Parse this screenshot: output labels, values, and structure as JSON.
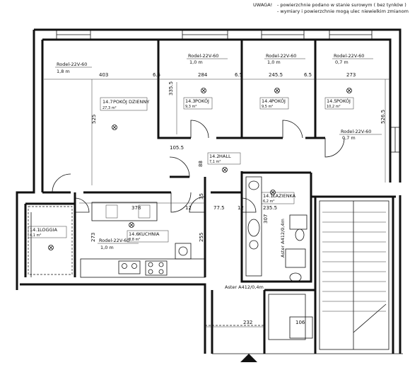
{
  "notes": {
    "heading": "UWAGA!",
    "line1": "- powierzchnie podano w stanie surowym ( bez tynków )",
    "line2": "- wymiary i powierzchnie mogą ulec niewielkim zmianom"
  },
  "rooms": {
    "living": {
      "number": "14.7",
      "name": "POKÓJ DZIENNY",
      "area": "27,3 m²"
    },
    "room3": {
      "number": "14.3",
      "name": "POKÓJ",
      "area": "9,3 m²"
    },
    "room4": {
      "number": "14.4",
      "name": "POKÓJ",
      "area": "9,5 m²"
    },
    "room5": {
      "number": "14.5",
      "name": "POKÓJ",
      "area": "10,2 m²"
    },
    "hall": {
      "number": "14.2",
      "name": "HALL",
      "area": "7,1 m²"
    },
    "bath": {
      "number": "14.1",
      "name": "ŁAZIENKA",
      "area": "6,2 m²"
    },
    "kitchen": {
      "number": "14.6",
      "name": "KUCHNIA",
      "area": "8,8 m²"
    },
    "loggia": {
      "number": "14.1",
      "name": "LOGGIA",
      "area": "4,1 m²"
    }
  },
  "radiators": {
    "r_living": {
      "name": "Rodel-22V-60",
      "length": "1,8 m"
    },
    "r_room3": {
      "name": "Rodel-22V-60",
      "length": "1,0 m"
    },
    "r_room4": {
      "name": "Rodel-22V-60",
      "length": "1,0 m"
    },
    "r_room5": {
      "name": "Rodel-22V-60",
      "length": "0,7 m"
    },
    "r_side": {
      "name": "Rodel-22V-60",
      "length": "0,7 m"
    },
    "r_kitchen": {
      "name": "Rodel-22V-60",
      "length": "1,0 m"
    },
    "r_bath": {
      "name": "Aster A412/0,4m"
    },
    "r_hall": {
      "name": "Aster A412/0,4m"
    }
  },
  "dimensions": {
    "d403": "403",
    "d65a": "6.5",
    "d284": "284",
    "d65b": "6.5",
    "d2455": "245.5",
    "d65c": "6.5",
    "d273": "273",
    "d3355": "335.5",
    "d525": "525",
    "d5265": "526.5",
    "d1055": "105.5",
    "d88": "88",
    "d35": "35",
    "d378": "378",
    "d12a": "12",
    "d775": "77.5",
    "d12b": "12",
    "d2355": "235.5",
    "d307": "307",
    "d273b": "273",
    "d255": "255",
    "d232": "232",
    "d106": "106"
  }
}
